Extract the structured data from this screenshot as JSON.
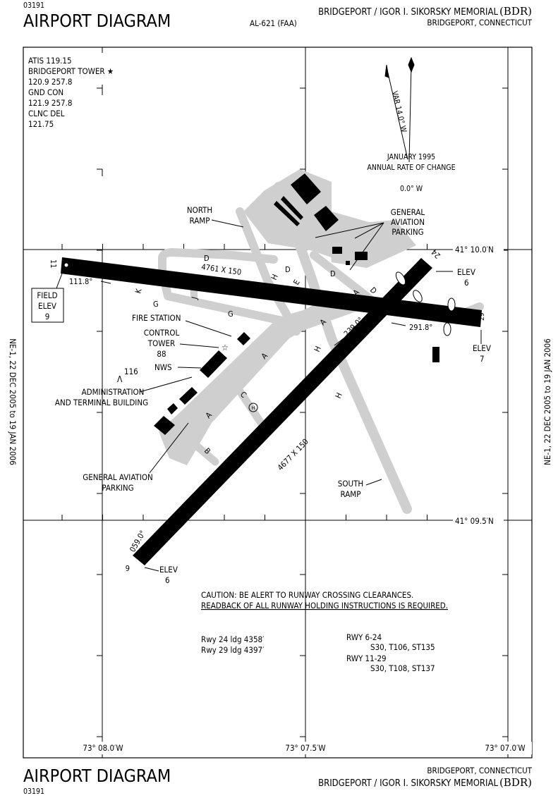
{
  "header": {
    "chart_number": "03191",
    "title": "AIRPORT DIAGRAM",
    "airport_name": "BRIDGEPORT / IGOR I. SIKORSKY MEMORIAL",
    "airport_id": "(BDR)",
    "al_number": "AL-621 (FAA)",
    "city_state": "BRIDGEPORT, CONNECTICUT"
  },
  "footer": {
    "chart_number": "03191",
    "title": "AIRPORT DIAGRAM",
    "city_state": "BRIDGEPORT, CONNECTICUT",
    "airport_name": "BRIDGEPORT / IGOR I. SIKORSKY MEMORIAL",
    "airport_id": "(BDR)"
  },
  "side_text": "NE-1, 22 DEC 2005 to 19 JAN 2006",
  "frequencies": [
    "ATIS 119.15",
    "BRIDGEPORT TOWER ★",
    "120.9  257.8",
    "GND CON",
    "121.9  257.8",
    "CLNC DEL",
    "121.75"
  ],
  "field_elev": {
    "line1": "FIELD",
    "line2": "ELEV",
    "value": "9"
  },
  "magnetic": {
    "variation": "VAR 14.0° W",
    "date": "JANUARY 1995",
    "rate_label": "ANNUAL RATE OF CHANGE",
    "rate": "0.0° W"
  },
  "coordinates": {
    "lat_north": "41° 10.0′N",
    "lat_south": "41° 09.5′N",
    "lon_west": "73° 08.0′W",
    "lon_mid": "73° 07.5′W",
    "lon_east": "73° 07.0′W"
  },
  "runways": {
    "r11": "11",
    "r29": "29",
    "r6": "6",
    "r24": "24",
    "dim_11_29": "4761 X 150",
    "dim_6_24": "4677 X 150",
    "hdg_111": "111.8°",
    "hdg_291": "291.8°",
    "hdg_239": "239.0°",
    "hdg_059": "059.0°"
  },
  "elevations": {
    "label": "ELEV",
    "r24": "6",
    "r29": "7",
    "r6": "6"
  },
  "taxiways": [
    "D",
    "D",
    "D",
    "D",
    "E",
    "H",
    "H",
    "H",
    "A",
    "A",
    "A",
    "A",
    "A",
    "K",
    "J",
    "G",
    "G",
    "C",
    "B"
  ],
  "facilities": {
    "north_ramp": [
      "NORTH",
      "RAMP"
    ],
    "ga_parking_north": [
      "GENERAL",
      "AVIATION",
      "PARKING"
    ],
    "fire_station": "FIRE STATION",
    "control_tower": [
      "CONTROL",
      "TOWER",
      "88"
    ],
    "nws": "NWS",
    "obstacle_height": "116",
    "admin": [
      "ADMINISTRATION",
      "AND TERMINAL BUILDING"
    ],
    "ga_parking_south": [
      "GENERAL AVIATION",
      "PARKING"
    ],
    "south_ramp": [
      "SOUTH",
      "RAMP"
    ],
    "helipad": "H"
  },
  "notes": {
    "caution1": "CAUTION:  BE ALERT TO RUNWAY CROSSING CLEARANCES.",
    "caution2": "READBACK OF ALL RUNWAY HOLDING INSTRUCTIONS IS REQUIRED.",
    "ldg24": "Rwy 24 ldg 4358′",
    "ldg29": "Rwy 29 ldg 4397′",
    "rwy624": "RWY 6-24",
    "str624": "S30, T106, ST135",
    "rwy1129": "RWY 11-29",
    "str1129": "S30, T108, ST137"
  }
}
